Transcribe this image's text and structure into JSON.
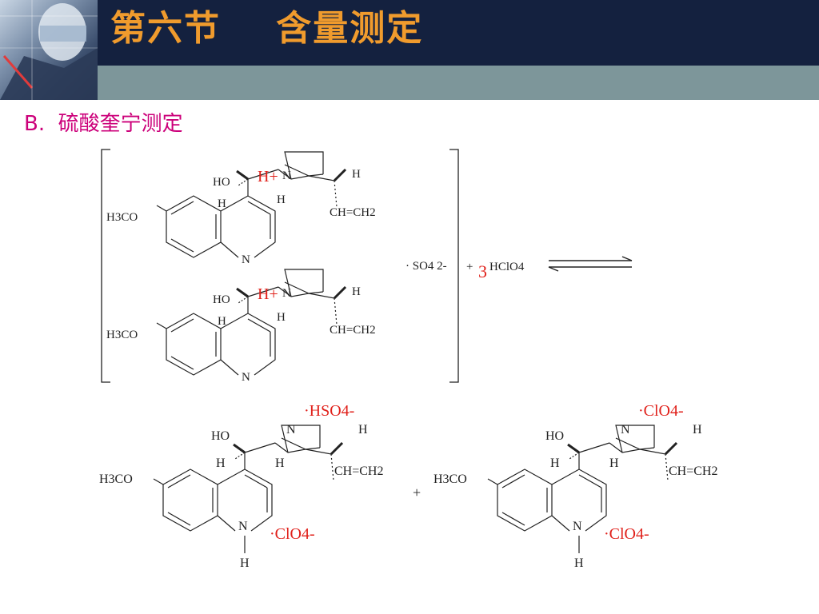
{
  "slide": {
    "title": "第六节    含量测定",
    "subtitle_prefix": "B.",
    "subtitle": "硫酸奎宁测定"
  },
  "reaction": {
    "reactant_ions": [
      "H+",
      "H+"
    ],
    "counter_ion": "· SO4 2-",
    "plus": "+",
    "coefficient": "3",
    "reagent": "HClO4",
    "product_anion": "·ClO4-",
    "product_bisulfate": "·HSO4-",
    "methoxy_label": "H3CO",
    "hydroxy_label": "HO",
    "vinyl_label": "CH=CH2",
    "n_label": "N",
    "h_label": "H"
  },
  "colors": {
    "header_dark": "#14213f",
    "header_band": "#7d969a",
    "title": "#f09b2d",
    "subtitle": "#cc007a",
    "red": "#e0201a"
  }
}
